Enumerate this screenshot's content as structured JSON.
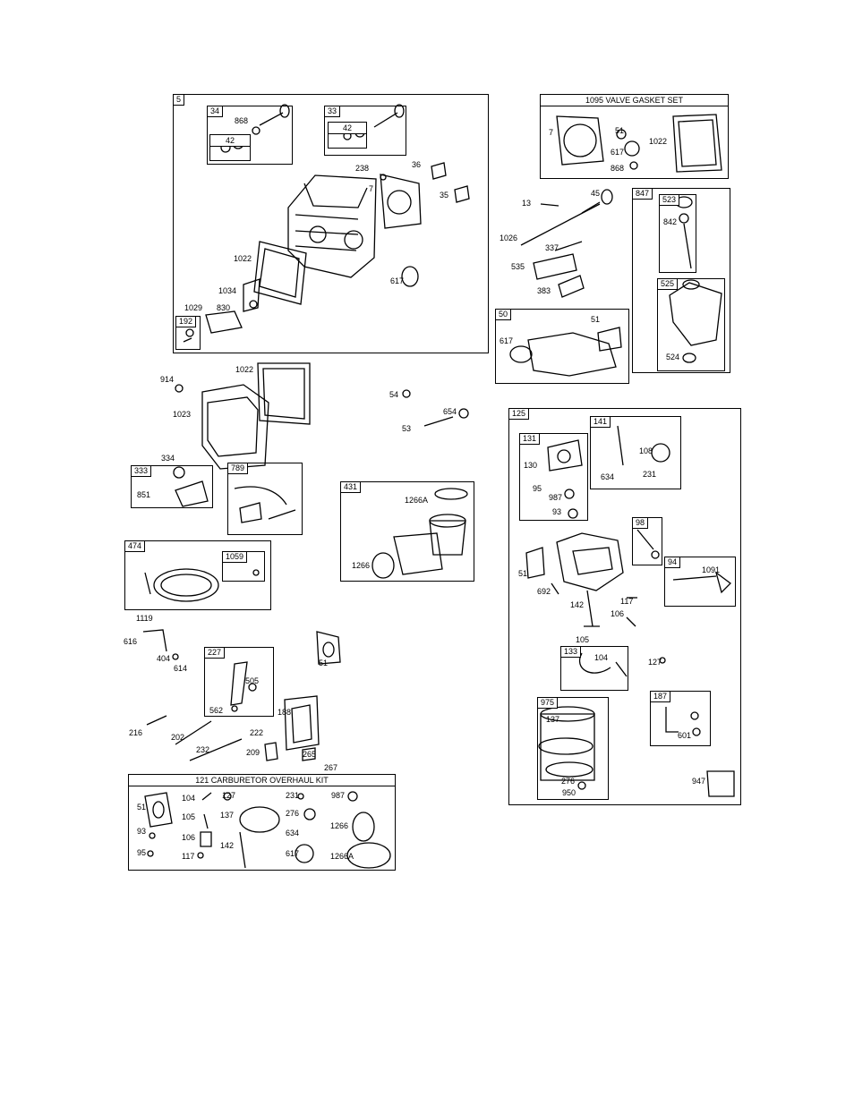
{
  "groups": [
    {
      "id": "5",
      "title": ""
    },
    {
      "id": "34",
      "title": ""
    },
    {
      "id": "42a",
      "title": "42"
    },
    {
      "id": "33",
      "title": ""
    },
    {
      "id": "42b",
      "title": "42"
    },
    {
      "id": "192",
      "title": ""
    },
    {
      "id": "1095",
      "title": "1095 VALVE GASKET SET"
    },
    {
      "id": "847",
      "title": ""
    },
    {
      "id": "523",
      "title": ""
    },
    {
      "id": "525",
      "title": ""
    },
    {
      "id": "50",
      "title": ""
    },
    {
      "id": "333",
      "title": ""
    },
    {
      "id": "789",
      "title": ""
    },
    {
      "id": "431",
      "title": ""
    },
    {
      "id": "474",
      "title": ""
    },
    {
      "id": "1059",
      "title": ""
    },
    {
      "id": "227",
      "title": ""
    },
    {
      "id": "125",
      "title": ""
    },
    {
      "id": "131",
      "title": ""
    },
    {
      "id": "141",
      "title": ""
    },
    {
      "id": "98",
      "title": ""
    },
    {
      "id": "94",
      "title": ""
    },
    {
      "id": "133",
      "title": ""
    },
    {
      "id": "975",
      "title": ""
    },
    {
      "id": "187",
      "title": ""
    },
    {
      "id": "121",
      "title": "121 CARBURETOR OVERHAUL KIT"
    }
  ],
  "labels": [
    "868",
    "238",
    "36",
    "7",
    "35",
    "1022",
    "617",
    "1034",
    "830",
    "1029",
    "7",
    "51",
    "1022",
    "617",
    "868",
    "13",
    "45",
    "1026",
    "337",
    "535",
    "383",
    "842",
    "524",
    "51",
    "617",
    "914",
    "1022",
    "1023",
    "54",
    "654",
    "53",
    "334",
    "851",
    "1266A",
    "1266",
    "1119",
    "616",
    "404",
    "614",
    "505",
    "562",
    "188",
    "216",
    "202",
    "222",
    "232",
    "209",
    "265",
    "267",
    "51",
    "130",
    "95",
    "987",
    "93",
    "108",
    "634",
    "231",
    "51",
    "692",
    "142",
    "117",
    "106",
    "105",
    "104",
    "127",
    "1091",
    "137",
    "276",
    "950",
    "601",
    "947",
    "51",
    "104",
    "127",
    "231",
    "987",
    "105",
    "137",
    "276",
    "93",
    "106",
    "634",
    "1266",
    "95",
    "117",
    "142",
    "617",
    "1266A"
  ]
}
